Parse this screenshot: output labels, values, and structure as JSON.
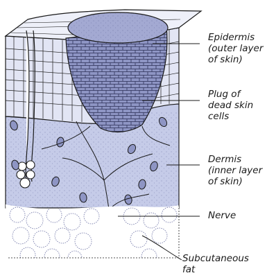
{
  "labels": {
    "epidermis": [
      "Epidermis",
      "(outer layer",
      "of skin)"
    ],
    "plug": [
      "Plug of",
      "dead skin",
      "cells"
    ],
    "dermis": [
      "Dermis",
      "(inner layer",
      "of skin)"
    ],
    "nerve": [
      "Nerve"
    ],
    "subcutaneous": [
      "Subcutaneous",
      "fat"
    ]
  },
  "colors": {
    "dermis": "#c5cbe8",
    "epidermis": "#e2e5f4",
    "plug": "#8e95c4",
    "plug_top": "#a3a9d2",
    "fat": "#ffffff",
    "ink": "#1a1a1a",
    "cell_dots": "#5b6099"
  }
}
